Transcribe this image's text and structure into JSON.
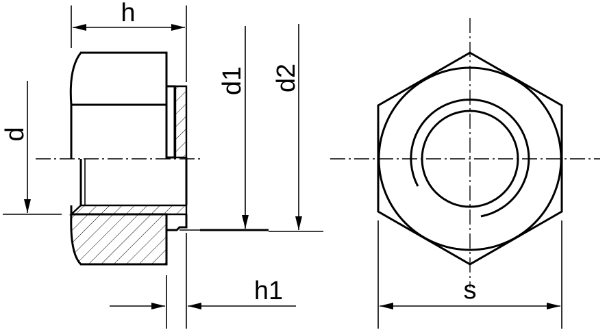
{
  "labels": {
    "h": "h",
    "d": "d",
    "d1": "d1",
    "d2": "d2",
    "h1": "h1",
    "s": "s"
  }
}
